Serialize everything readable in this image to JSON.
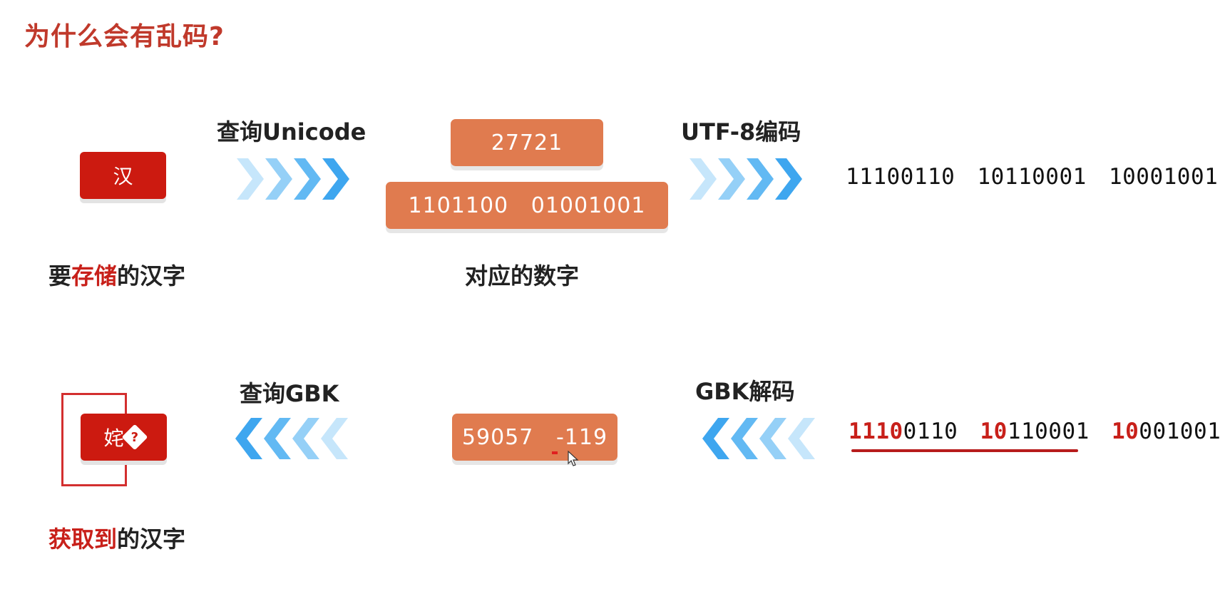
{
  "title": "为什么会有乱码?",
  "top_row": {
    "char": "汉",
    "step1_label": "查询Unicode",
    "unicode_decimal": "27721",
    "unicode_binary": "1101100   01001001",
    "step2_label": "UTF-8编码",
    "utf8_bytes": [
      "11100110",
      "10110001",
      "10001001"
    ],
    "caption_char": {
      "prefix": "要",
      "highlight": "存储",
      "suffix": "的汉字"
    },
    "caption_number": "对应的数字"
  },
  "bottom_row": {
    "char": "姹",
    "garbled_symbol": "?",
    "step1_label": "查询GBK",
    "gbk_values": "59057   -119",
    "step2_label": "GBK解码",
    "bytes": [
      {
        "hl": "1110",
        "rest": "0110"
      },
      {
        "hl": "10",
        "rest": "110001"
      },
      {
        "hl": "10",
        "rest": "001001"
      }
    ],
    "caption_char": {
      "highlight": "获取到",
      "suffix": "的汉字"
    }
  },
  "colors": {
    "title": "#c0392b",
    "char_box": "#cc1a10",
    "number_box": "#e07b4f",
    "arrow_light": "#bfe3fb",
    "arrow_mid": "#8ccdf6",
    "arrow_dark": "#3ea6ef"
  },
  "icons": [
    "chevron-right-icon",
    "chevron-left-icon",
    "replacement-char-icon",
    "mouse-cursor-icon"
  ]
}
